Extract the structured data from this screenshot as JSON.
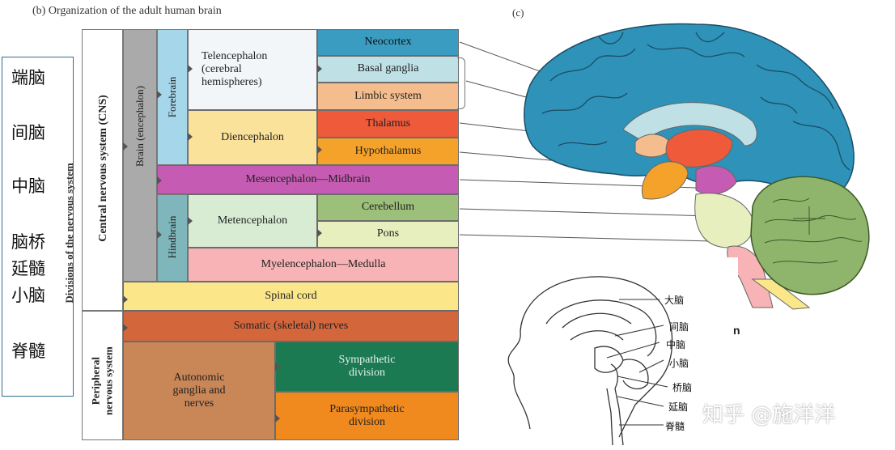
{
  "panel_b": {
    "caption": "(b) Organization of the adult human brain",
    "cns_label": "Central nervous system (CNS)",
    "brain_label": "Brain (encephalon)",
    "forebrain_label": "Forebrain",
    "hindbrain_label": "Hindbrain",
    "peripheral_label_1": "Peripheral",
    "peripheral_label_2": "nervous system",
    "divisions_label": "Divisions of the nervous system",
    "telencephalon": "Telencephalon (cerebral hemispheres)",
    "neocortex": "Neocortex",
    "basal_ganglia": "Basal ganglia",
    "limbic_system": "Limbic system",
    "diencephalon": "Diencephalon",
    "thalamus": "Thalamus",
    "hypothalamus": "Hypothalamus",
    "mesencephalon": "Mesencephalon—Midbrain",
    "metencephalon": "Metencephalon",
    "cerebellum": "Cerebellum",
    "pons": "Pons",
    "myelencephalon": "Myelencephalon—Medulla",
    "spinal_cord": "Spinal cord",
    "somatic": "Somatic (skeletal) nerves",
    "autonomic": "Autonomic ganglia and nerves",
    "sympathetic": "Sympathetic division",
    "parasympathetic": "Parasympathetic division"
  },
  "colors": {
    "neocortex": "#3a9cc0",
    "basal_ganglia": "#bfe1e6",
    "limbic_system": "#f5bd8e",
    "thalamus": "#ef5a3a",
    "hypothalamus": "#f5a22a",
    "mesencephalon": "#c55bb2",
    "cerebellum": "#9cbf7a",
    "pons": "#e8efbe",
    "myelencephalon": "#f7b3b5",
    "spinal_cord": "#fbe68a",
    "somatic": "#d4663c",
    "autonomic": "#c98657",
    "sympathetic": "#1b7a52",
    "parasympathetic": "#f08a1e",
    "forebrain": "#a5d6ea",
    "hindbrain": "#7fb6bb",
    "brain": "#aaaaaa",
    "telencephalon": "#f2f6f8",
    "diencephalon": "#fbe29a",
    "metencephalon": "#d8ecd4"
  },
  "chinese_box": {
    "items": [
      "端脑",
      "间脑",
      "中脑",
      "脑桥",
      "延髓",
      "小脑",
      "脊髓"
    ]
  },
  "panel_c": {
    "label": "(c)",
    "partial_letter": "n"
  },
  "sketch_labels": [
    "大脑",
    "间脑",
    "中脑",
    "小脑",
    "桥脑",
    "延脑",
    "脊髓"
  ],
  "watermark": "知乎 @施洋洋"
}
